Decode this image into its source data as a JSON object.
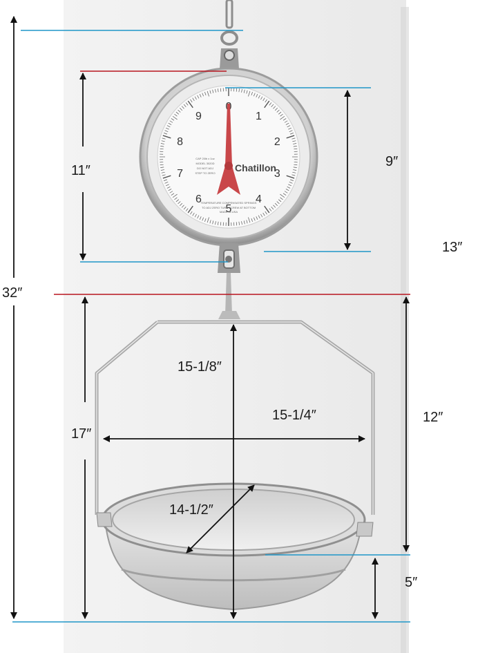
{
  "dimensions": {
    "overall_height": "32″",
    "scale_height": "11″",
    "dial_diameter": "9″",
    "hook_to_dial_bottom": "13″",
    "hanger_height": "15-1/8″",
    "hanger_width": "15-1/4″",
    "hanger_to_pan_height": "17″",
    "pan_drop": "12″",
    "pan_diameter": "14-1/2″",
    "pan_depth": "5″"
  },
  "dial": {
    "numbers": [
      "0",
      "1",
      "2",
      "3",
      "4",
      "5",
      "6",
      "7",
      "8",
      "9"
    ],
    "brand": "Chatillon",
    "fine_print": {
      "capacity": "CAP 20lb x 1oz",
      "model": "MODEL 3020D",
      "line3": "DO NOT ADJ",
      "line4": "STEP TO ZERO",
      "compensated": "TEMPERATURE COMPENSATED SPRINGS",
      "line6": "TO ADJ ZERO TURN SCREW AT BOTTOM",
      "line7": "MADE IN USA"
    }
  },
  "colors": {
    "red_line": "#b8141e",
    "blue_line": "#1e96c8",
    "pointer": "#c9474a",
    "arrow": "#111111"
  }
}
